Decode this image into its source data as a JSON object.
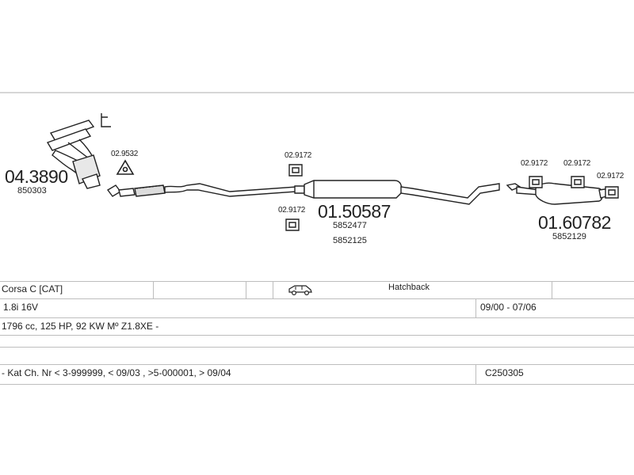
{
  "parts": {
    "manifold": {
      "code": "04.3890",
      "oem": "850303"
    },
    "gasket": {
      "code": "02.9532"
    },
    "mid_clamp_top": {
      "code": "02.9172"
    },
    "mid_clamp_bottom": {
      "code": "02.9172"
    },
    "middle_silencer": {
      "code": "01.50587",
      "oem1": "5852477",
      "oem2": "5852125"
    },
    "rear_clamp_1": {
      "code": "02.9172"
    },
    "rear_clamp_2": {
      "code": "02.9172"
    },
    "rear_clamp_3": {
      "code": "02.9172"
    },
    "rear_silencer": {
      "code": "01.60782",
      "oem": "5852129"
    }
  },
  "info": {
    "model": "Corsa C  [CAT]",
    "body": "Hatchback",
    "engine": "1.8i 16V",
    "years": "09/00 - 07/06",
    "spec": "1796 cc, 125 HP, 92 KW Mº Z1.8XE -",
    "note": "- Kat  Ch. Nr < 3-999999, < 09/03 , >5-000001, > 09/04",
    "ref": "C250305"
  },
  "icons": {
    "body_icon": "car-hatchback-icon"
  }
}
